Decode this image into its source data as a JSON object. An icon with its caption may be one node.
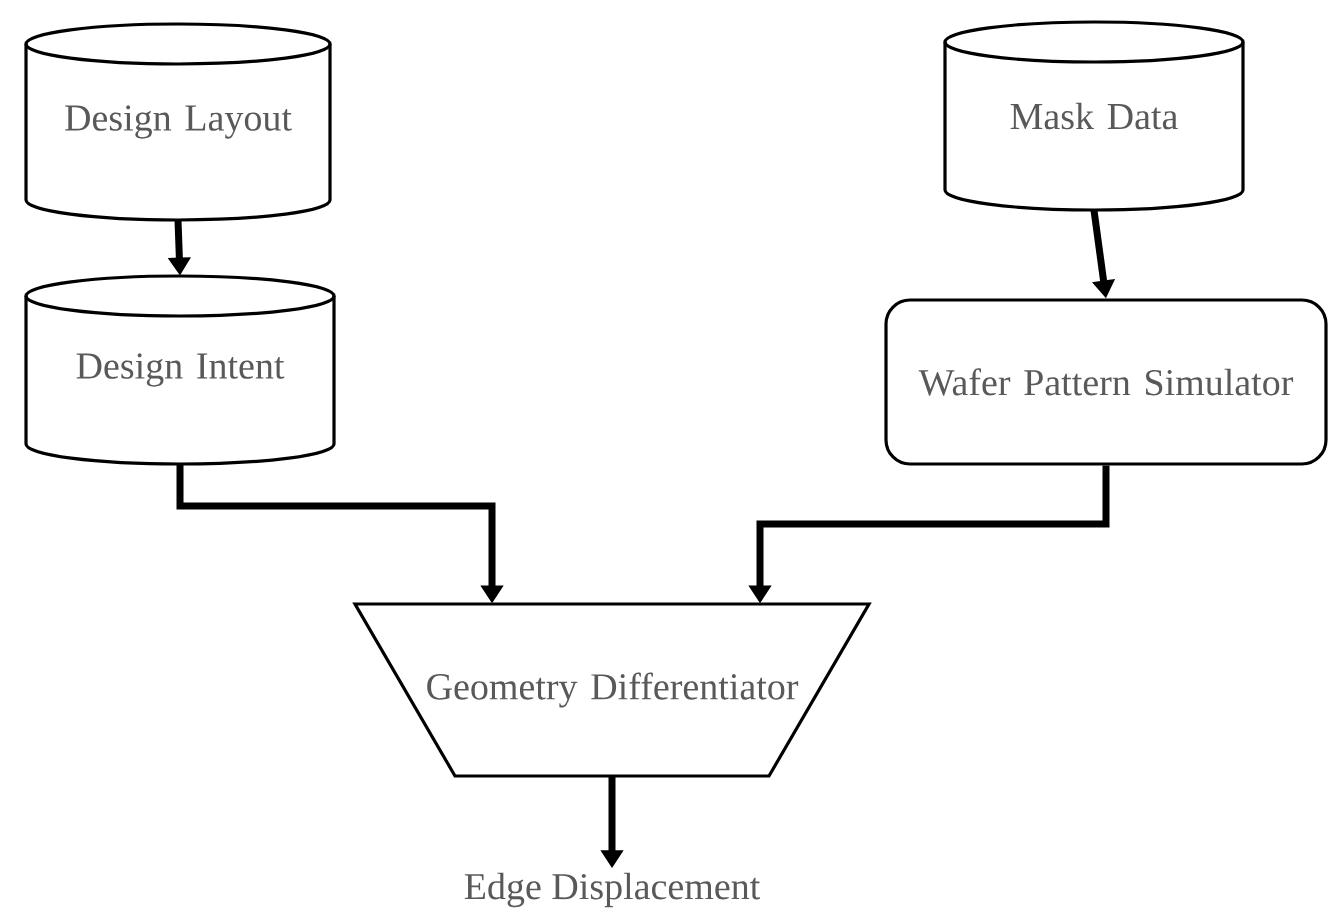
{
  "diagram": {
    "nodes": [
      {
        "text": [
          "Design Layout"
        ]
      },
      {
        "text": [
          "Mask Data"
        ]
      },
      {
        "text": [
          "Design Intent"
        ]
      },
      {
        "text": [
          "Wafer Pattern Simulator"
        ]
      },
      {
        "text": [
          "Geometry Differentiator"
        ]
      },
      {
        "text": [
          "Edge Displacement"
        ]
      }
    ],
    "edges": [
      {
        "from": 0,
        "to": 2,
        "arrow": "to"
      },
      {
        "from": 1,
        "to": 3,
        "arrow": "to"
      },
      {
        "from": 2,
        "to": 4,
        "arrow": "to"
      },
      {
        "from": 3,
        "to": 4,
        "arrow": "to"
      },
      {
        "from": 4,
        "to": 5,
        "arrow": "to"
      }
    ]
  }
}
